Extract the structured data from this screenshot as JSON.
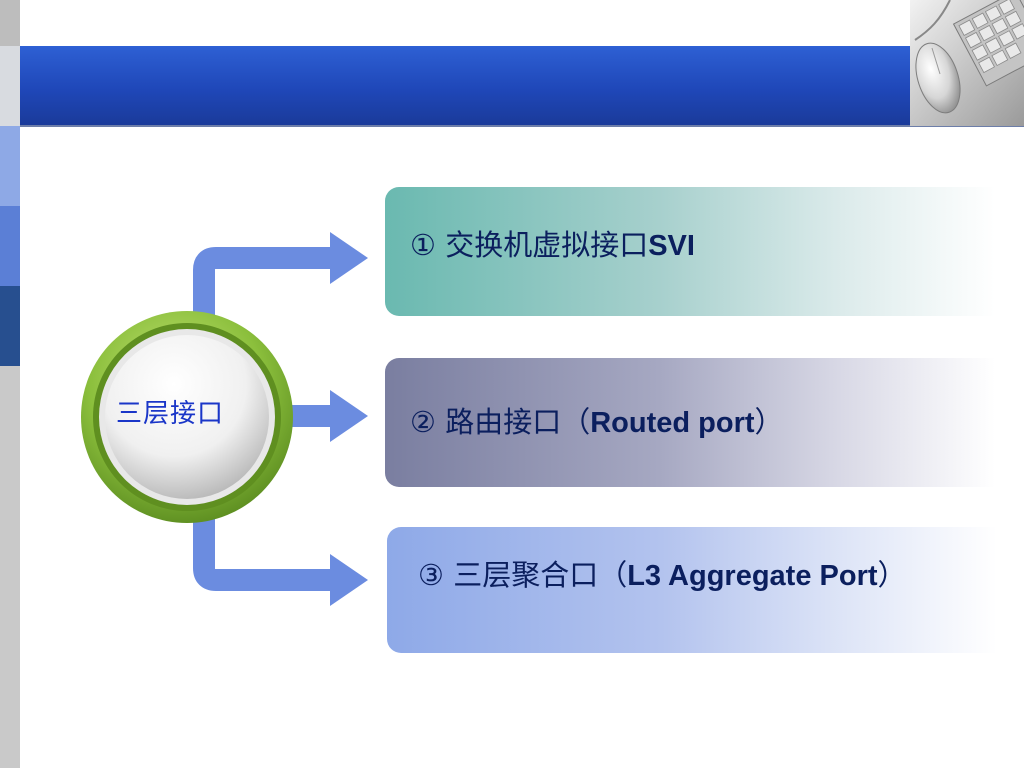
{
  "hub": {
    "label": "三层接口"
  },
  "items": [
    {
      "num": "①",
      "cn": " 交换机虚拟接口",
      "latin": "SVI",
      "tail": ""
    },
    {
      "num": "②",
      "cn": " 路由接口（",
      "latin": "Routed port",
      "tail": "）"
    },
    {
      "num": "③",
      "cn": " 三层聚合口（",
      "latin": "L3 Aggregate Port",
      "tail": "）"
    }
  ],
  "colors": {
    "header_blue": "#2e60d4",
    "arrow_blue": "#6b8ce0",
    "hub_green": "#7fb33a",
    "hub_text": "#1a36c8",
    "item_text": "#0b1f5e"
  },
  "icons": {
    "photo": "keyboard-mouse-photo"
  }
}
